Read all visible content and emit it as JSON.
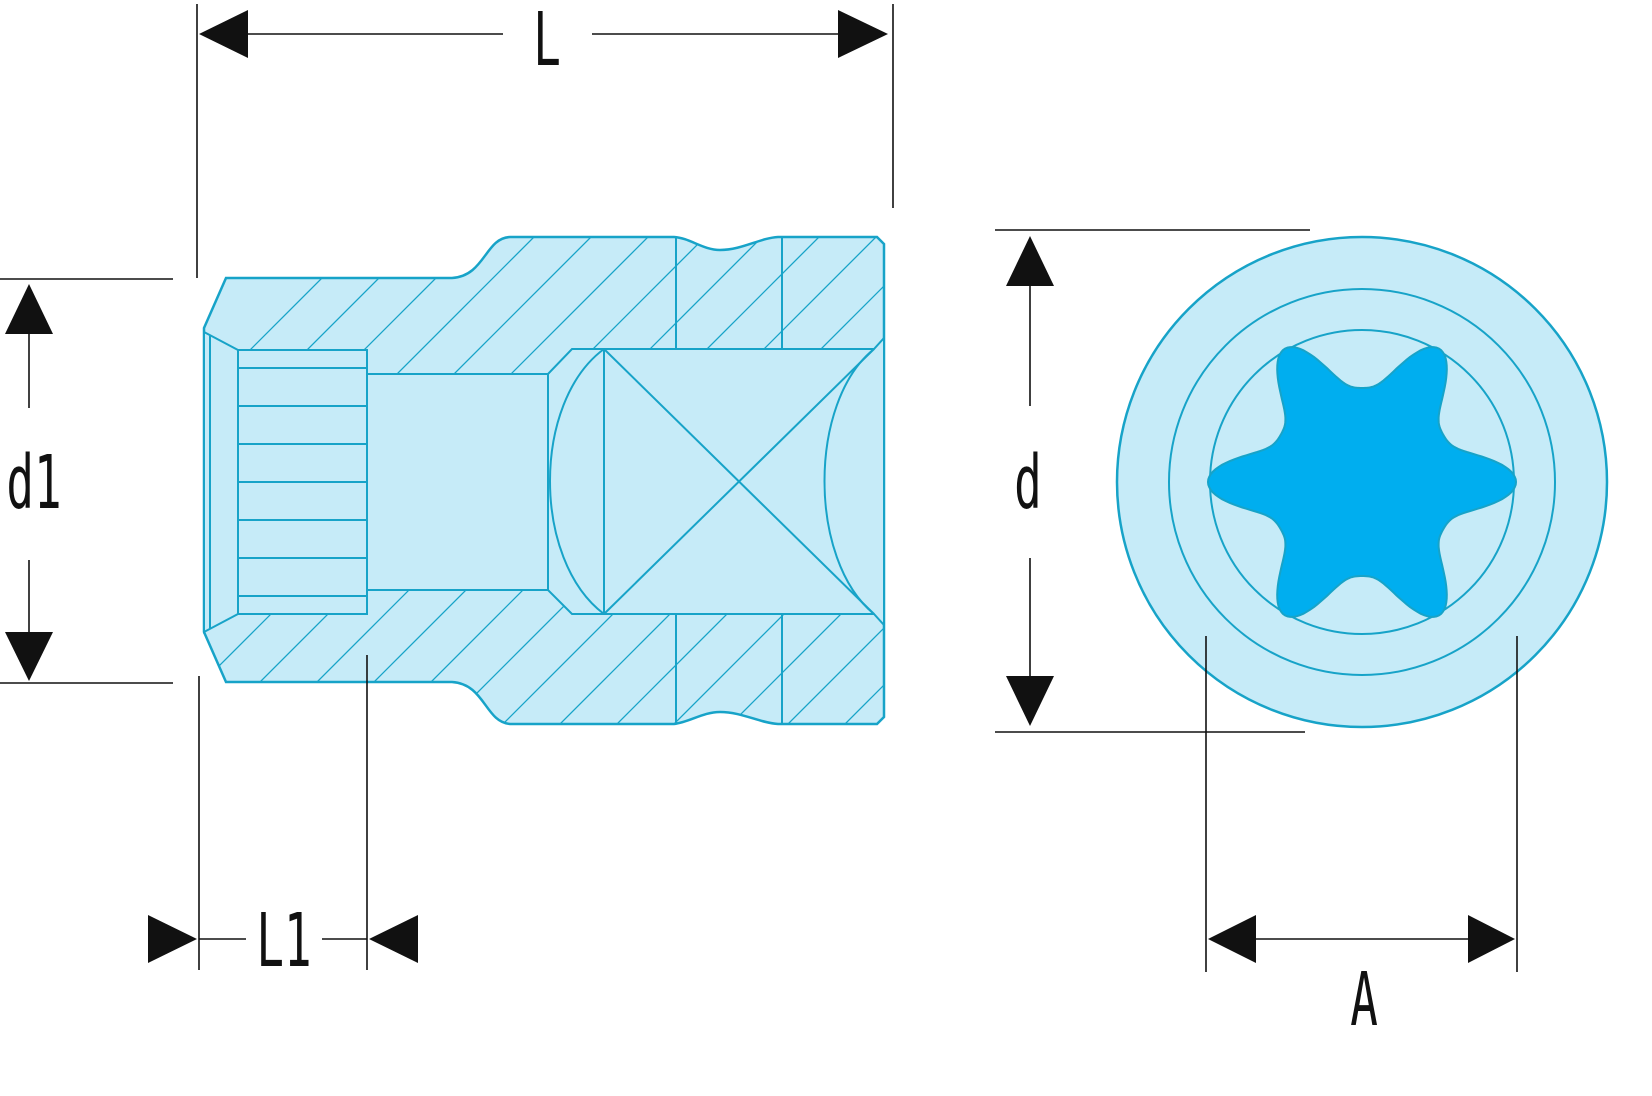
{
  "labels": {
    "length": "L",
    "head_diameter": "d1",
    "drive_depth": "L1",
    "outer_diameter": "d",
    "torx_size": "A"
  },
  "colors": {
    "outline": "#17a3c8",
    "fill": "#c6ebf8",
    "torx_fill": "#00aeef",
    "dimension": "#111111"
  }
}
